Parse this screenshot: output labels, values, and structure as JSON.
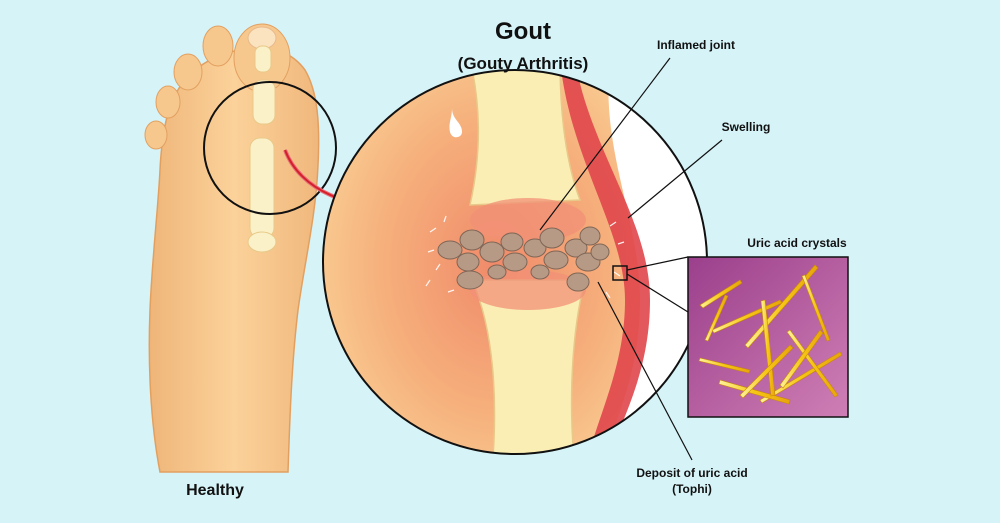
{
  "diagram": {
    "title": "Gout",
    "subtitle": "(Gouty Arthritis)",
    "labels": {
      "inflamed_joint": "Inflamed joint",
      "swelling": "Swelling",
      "uric_acid_crystals": "Uric acid crystals",
      "deposit_line1": "Deposit of uric acid",
      "deposit_line2": "(Tophi)",
      "healthy": "Healthy"
    },
    "colors": {
      "background": "#d6f3f8",
      "skin": "#f8c98a",
      "skin_shadow": "#e9a969",
      "bone": "#fbeeb4",
      "inflammation": "#e0464b",
      "tophi": "#b79a86",
      "crystal_panel": "#b05a9c",
      "crystal": "#f6c616",
      "arrow": "#d4202c"
    }
  }
}
